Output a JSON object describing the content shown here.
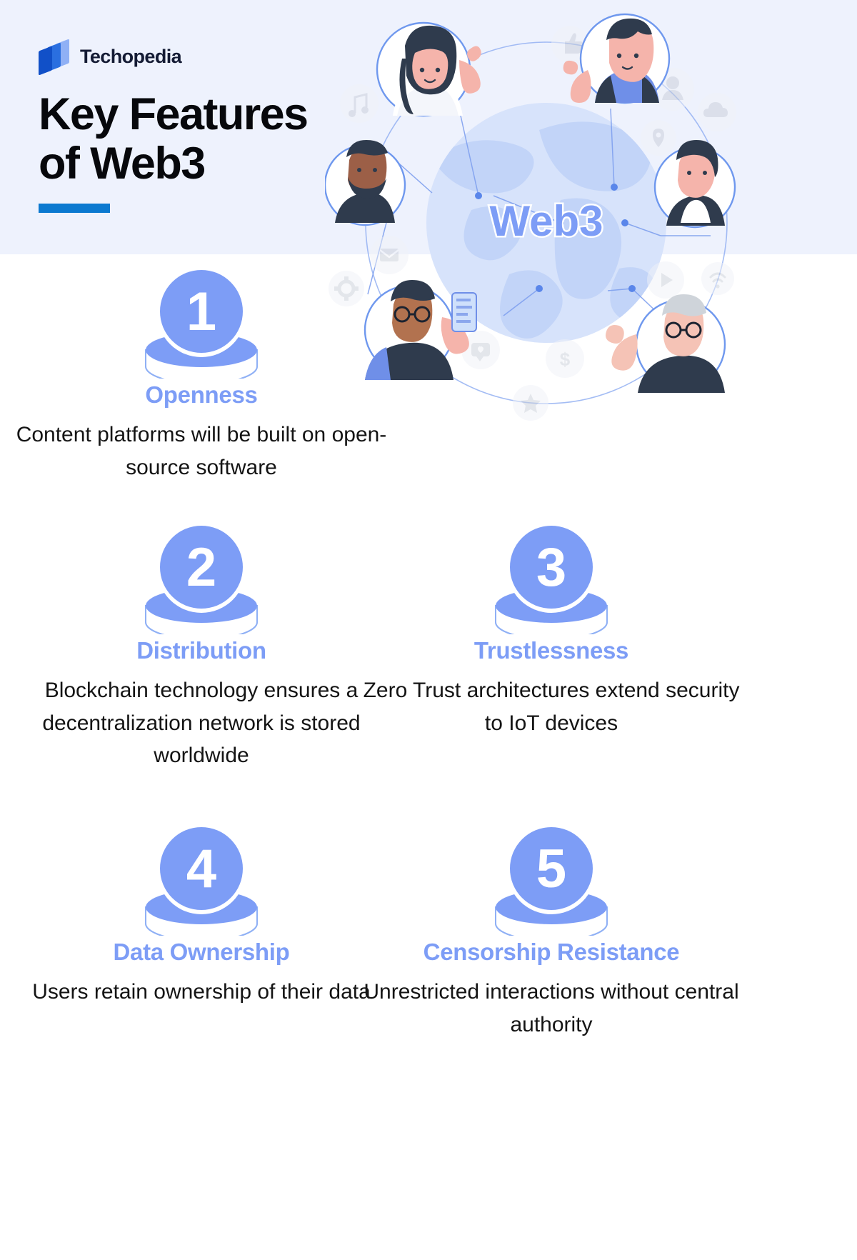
{
  "brand": {
    "name": "Techopedia",
    "logo_icon": "techopedia-logo-icon",
    "colors": {
      "logo_dark": "#1150c8",
      "logo_mid": "#2a6fe0",
      "logo_light": "#8fb0f5",
      "accent_bar": "#0b79d0",
      "band_bg": "#eef2fd",
      "badge_blue": "#7d9df6",
      "label_blue": "#7d9df6"
    }
  },
  "header": {
    "title_line1": "Key Features",
    "title_line2": "of Web3"
  },
  "hero": {
    "center_label": "Web3",
    "nodes": [
      "person-woman-waving-avatar",
      "person-man-thumbsup-avatar",
      "person-bearded-man-avatar",
      "person-woman-longhair-avatar",
      "person-glasses-phone-avatar",
      "person-elder-woman-avatar"
    ],
    "icons": [
      "thumbs-up-icon",
      "user-profile-icon",
      "cloud-icon",
      "location-pin-icon",
      "music-note-icon",
      "envelope-mail-icon",
      "gear-settings-icon",
      "play-button-icon",
      "wifi-icon",
      "chat-bubble-icon",
      "heart-message-icon",
      "dollar-coin-icon",
      "star-icon"
    ]
  },
  "features": [
    {
      "number": "1",
      "label": "Openness",
      "description": "Content platforms will be built on open-source software"
    },
    {
      "number": "2",
      "label": "Distribution",
      "description": "Blockchain technology ensures a decentralization network is stored worldwide"
    },
    {
      "number": "3",
      "label": "Trustlessness",
      "description": "Zero Trust architectures extend security to IoT devices"
    },
    {
      "number": "4",
      "label": "Data Ownership",
      "description": "Users retain ownership of their data"
    },
    {
      "number": "5",
      "label": "Censorship Resistance",
      "description": "Unrestricted interactions without central authority"
    }
  ]
}
